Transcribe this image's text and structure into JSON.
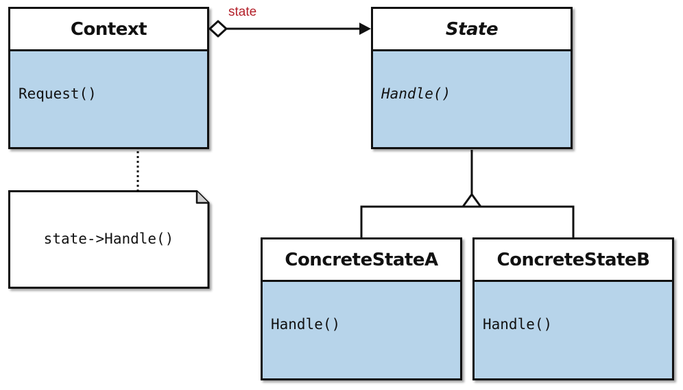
{
  "colors": {
    "class_fill": "#b7d4ea",
    "header_fill": "#ffffff",
    "stroke": "#111111",
    "role_label": "#b3202a"
  },
  "classes": {
    "context": {
      "name": "Context",
      "operation": "Request()"
    },
    "state": {
      "name": "State",
      "operation": "Handle()",
      "abstract": true
    },
    "concrete_a": {
      "name": "ConcreteStateA",
      "operation": "Handle()"
    },
    "concrete_b": {
      "name": "ConcreteStateB",
      "operation": "Handle()"
    }
  },
  "note": {
    "text": "state->Handle()"
  },
  "association": {
    "role": "state"
  }
}
